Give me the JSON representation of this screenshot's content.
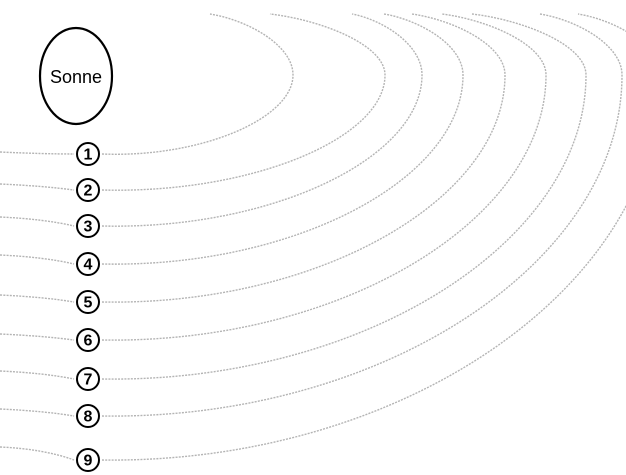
{
  "sun": {
    "label": "Sonne"
  },
  "orbits": [
    {
      "number": "1"
    },
    {
      "number": "2"
    },
    {
      "number": "3"
    },
    {
      "number": "4"
    },
    {
      "number": "5"
    },
    {
      "number": "6"
    },
    {
      "number": "7"
    },
    {
      "number": "8"
    },
    {
      "number": "9"
    }
  ],
  "colors": {
    "orbit_stroke": "#b4b4b4",
    "outline": "#000000",
    "background": "#ffffff"
  }
}
